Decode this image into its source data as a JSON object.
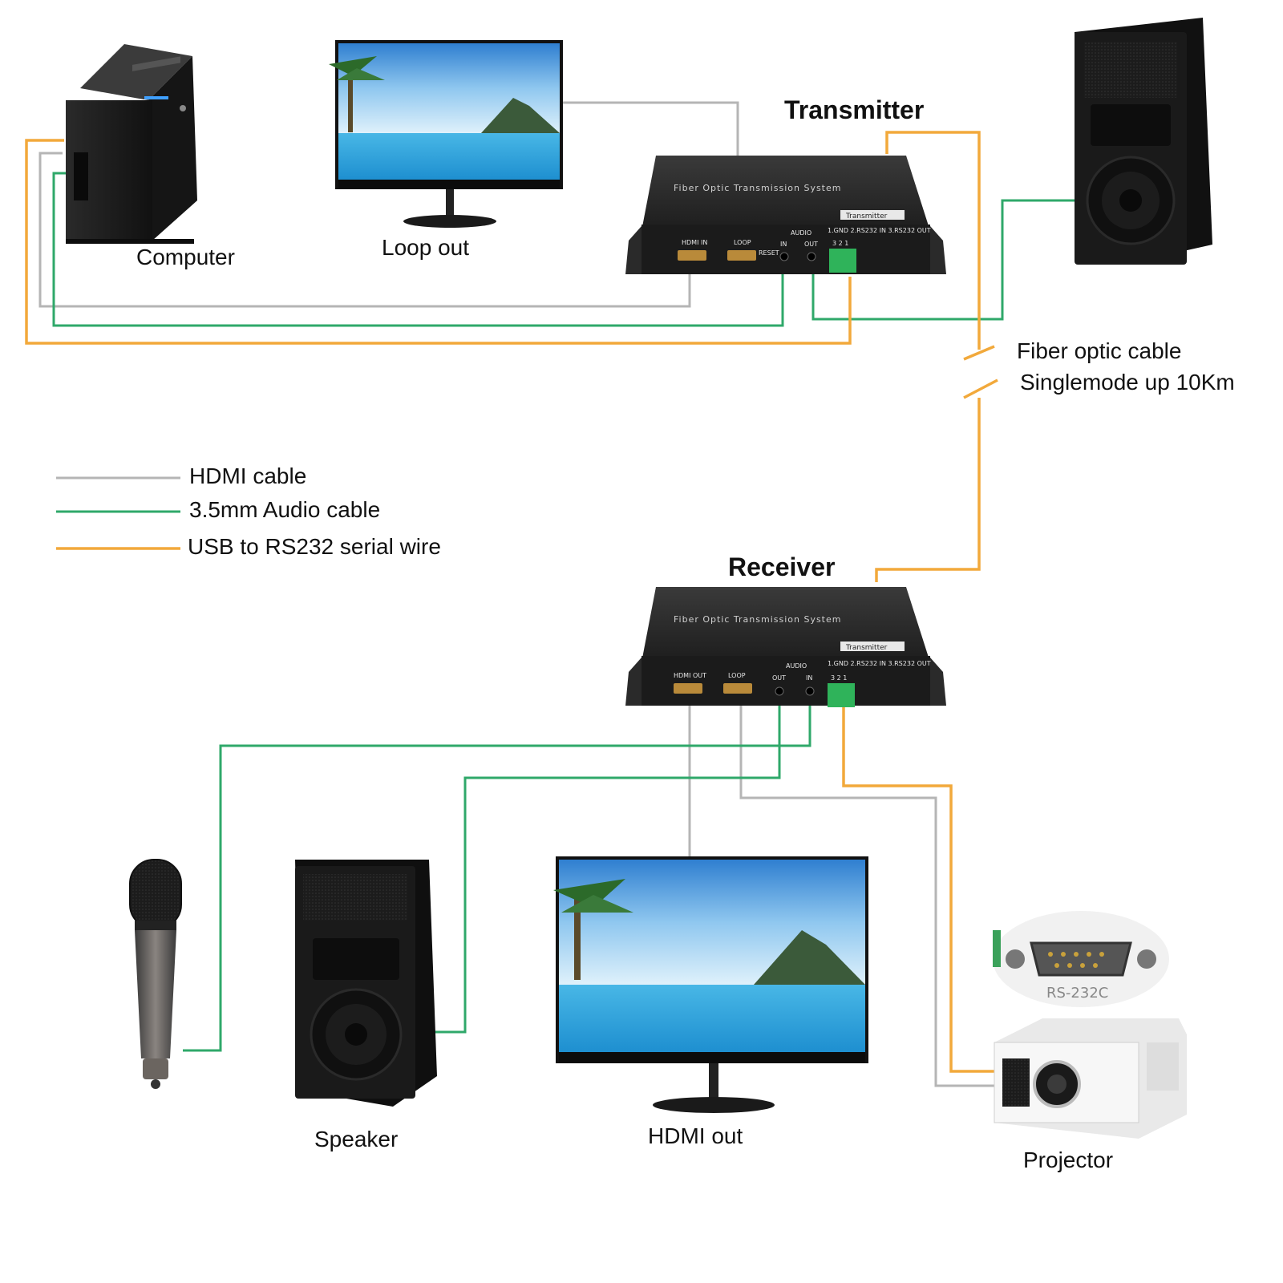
{
  "title_transmitter": "Transmitter",
  "title_receiver": "Receiver",
  "devices": {
    "computer": "Computer",
    "loop_out": "Loop out",
    "speaker": "Speaker",
    "hdmi_out": "HDMI out",
    "projector": "Projector"
  },
  "fiber": {
    "line1": "Fiber optic cable",
    "line2": "Singlemode up 10Km"
  },
  "legend": [
    {
      "label": "HDMI cable",
      "color": "#b5b5b5"
    },
    {
      "label": "3.5mm Audio cable",
      "color": "#2fa86a"
    },
    {
      "label": "USB to RS232 serial wire",
      "color": "#f2a93b"
    }
  ],
  "transmitter_panel": {
    "system_name": "Fiber Optic Transmission System",
    "badge": "Transmitter",
    "hdmi_in": "HDMI IN",
    "loop": "LOOP",
    "reset": "RESET",
    "audio": "AUDIO",
    "in": "IN",
    "out": "OUT",
    "pins": "1.GND 2.RS232 IN 3.RS232 OUT",
    "pin_numbers": "3 2 1"
  },
  "receiver_panel": {
    "system_name": "Fiber Optic Transmission System",
    "badge": "Transmitter",
    "hdmi_out": "HDMI OUT",
    "loop": "LOOP",
    "audio": "AUDIO",
    "out": "OUT",
    "in": "IN",
    "pins": "1.GND 2.RS232 IN 3.RS232 OUT",
    "pin_numbers": "3 2 1"
  },
  "rs232_label": "RS-232C",
  "colors": {
    "hdmi": "#b5b5b5",
    "audio": "#2fa86a",
    "serial": "#f2a93b",
    "device_dark": "#1e1e1e"
  }
}
